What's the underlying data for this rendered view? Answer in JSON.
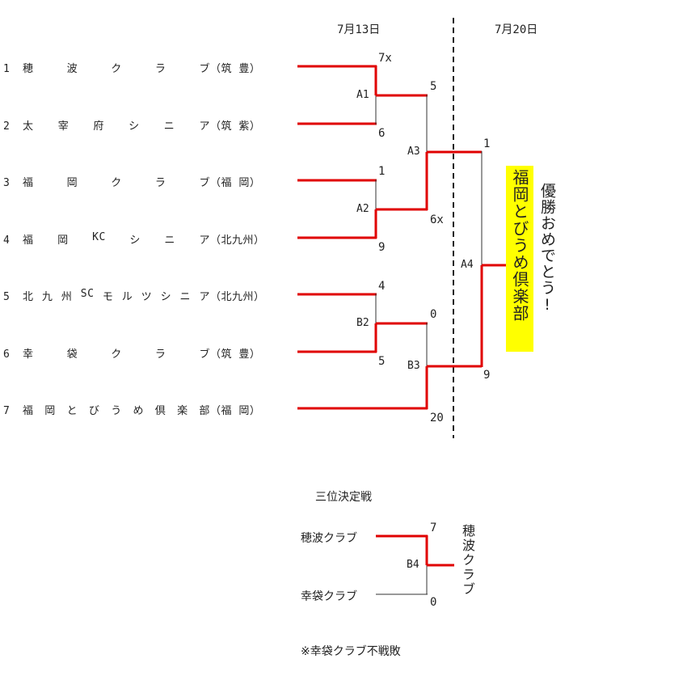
{
  "dates": {
    "day1": "7月13日",
    "day2": "7月20日"
  },
  "teams": [
    {
      "num": "1",
      "name": "穂波クラブ",
      "region": "（筑 豊）"
    },
    {
      "num": "2",
      "name": "太宰府シニア",
      "region": "（筑 紫）"
    },
    {
      "num": "3",
      "name": "福岡クラブ",
      "region": "（福 岡）"
    },
    {
      "num": "4",
      "name": "福岡KCシニア",
      "region": "（北九州）"
    },
    {
      "num": "5",
      "name": "北九州SCモルツシニア",
      "region": "（北九州）"
    },
    {
      "num": "6",
      "name": "幸袋クラブ",
      "region": "（筑 豊）"
    },
    {
      "num": "7",
      "name": "福岡とびうめ倶楽部",
      "region": "（福 岡）"
    }
  ],
  "team_name_chars": [
    [
      "穂",
      "波",
      "ク",
      "ラ",
      "ブ"
    ],
    [
      "太",
      "宰",
      "府",
      "シ",
      "ニ",
      "ア"
    ],
    [
      "福",
      "岡",
      "ク",
      "ラ",
      "ブ"
    ],
    [
      "福",
      "岡",
      "KC",
      "シ",
      "ニ",
      "ア"
    ],
    [
      "北",
      "九",
      "州",
      "SC",
      "モ",
      "ル",
      "ツ",
      "シ",
      "ニ",
      "ア"
    ],
    [
      "幸",
      "袋",
      "ク",
      "ラ",
      "ブ"
    ],
    [
      "福",
      "岡",
      "と",
      "び",
      "う",
      "め",
      "倶",
      "楽",
      "部"
    ]
  ],
  "games": {
    "A1": {
      "label": "A1",
      "top_score": "7x",
      "bottom_score": "6"
    },
    "A2": {
      "label": "A2",
      "top_score": "1",
      "bottom_score": "9"
    },
    "B2": {
      "label": "B2",
      "top_score": "4",
      "bottom_score": "5"
    },
    "A3": {
      "label": "A3",
      "top_score": "5",
      "bottom_score": "6x"
    },
    "B3": {
      "label": "B3",
      "top_score": "0",
      "bottom_score": "20"
    },
    "A4": {
      "label": "A4",
      "top_score": "1",
      "bottom_score": "9"
    }
  },
  "champion": "福岡とびうめ倶楽部",
  "congrats": "優勝おめでとう!",
  "third_place": {
    "title": "三位決定戦",
    "team1": "穂波クラブ",
    "team2": "幸袋クラブ",
    "label": "B4",
    "score1": "7",
    "score2": "0",
    "winner": "穂波クラブ",
    "note": "※幸袋クラブ不戦敗"
  },
  "colors": {
    "winner_line": "#e00000",
    "line": "#333333",
    "highlight": "#ffff00"
  }
}
